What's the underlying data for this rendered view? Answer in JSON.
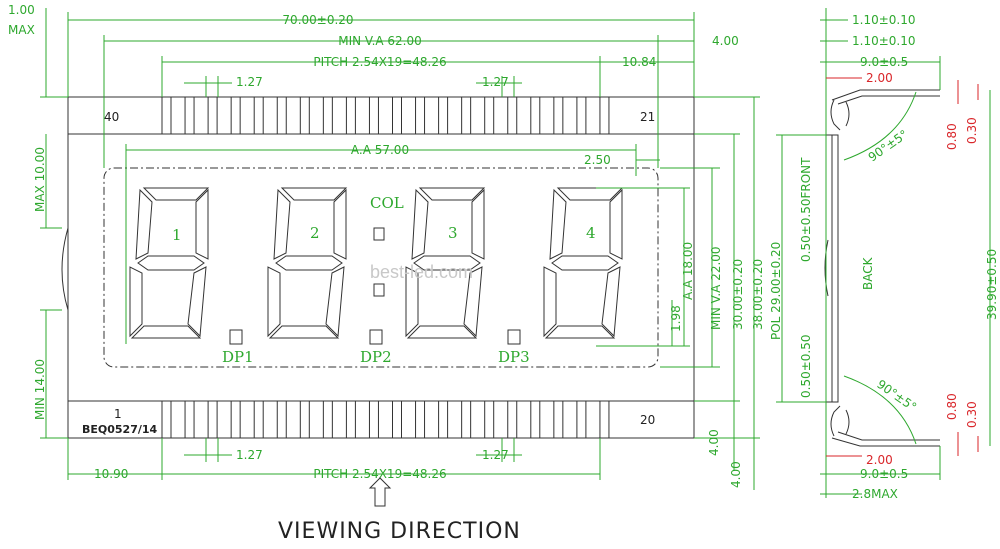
{
  "dimensions": {
    "overall_width": "70.00±0.20",
    "min_va": "MIN V.A 62.00",
    "pitch_top": "PITCH 2.54X19=48.26",
    "pitch_bottom": "PITCH 2.54X19=48.26",
    "pin_gap_left_top": "1.27",
    "pin_gap_right_top": "1.27",
    "pin_gap_left_bottom": "1.27",
    "pin_gap_right_bottom": "1.27",
    "right_offset": "4.00",
    "right_edge": "10.84",
    "left_edge_bottom": "10.90",
    "active_area": "A.A 57.00",
    "offset_250": "2.50",
    "top_corner": "1.00",
    "top_corner_max": "MAX",
    "left_max": "MAX 10.00",
    "left_min": "MIN 14.00",
    "min_va_height": "MIN V.A 22.00",
    "height_30": "30.00±0.20",
    "height_38": "38.00±0.20",
    "aa_height": "A.A 18.00",
    "seg_198": "1.98",
    "bottom_400a": "4.00",
    "bottom_400b": "4.00"
  },
  "labels": {
    "pin_40": "40",
    "pin_21": "21",
    "pin_1": "1",
    "pin_20": "20",
    "part_no": "BEQ0527/14",
    "digit1": "1",
    "digit2": "2",
    "digit3": "3",
    "digit4": "4",
    "col": "COL",
    "dp1": "DP1",
    "dp2": "DP2",
    "dp3": "DP3",
    "watermark": "best-led.com",
    "viewing_direction": "VIEWING  DIRECTION"
  },
  "side_view": {
    "t1": "1.10±0.10",
    "t2": "1.10±0.10",
    "pin_len_top": "9.0±0.5",
    "pin_bend_top": "2.00",
    "angle_top": "90°±5°",
    "r080_top": "0.80",
    "r030_top": "0.30",
    "pol": "POL 29.00±0.20",
    "front": "0.50±0.50FRONT",
    "front2": "0.50±0.50",
    "back": "BACK",
    "total_height": "39.90±0.50",
    "angle_bottom": "90°±5°",
    "r080_bottom": "0.80",
    "r030_bottom": "0.30",
    "pin_bend_bottom": "2.00",
    "pin_len_bottom": "9.0±0.5",
    "max_thickness": "2.8MAX"
  },
  "colors": {
    "dimension": "#2ea82e",
    "tolerance": "#d9262a",
    "outline": "#333333"
  }
}
